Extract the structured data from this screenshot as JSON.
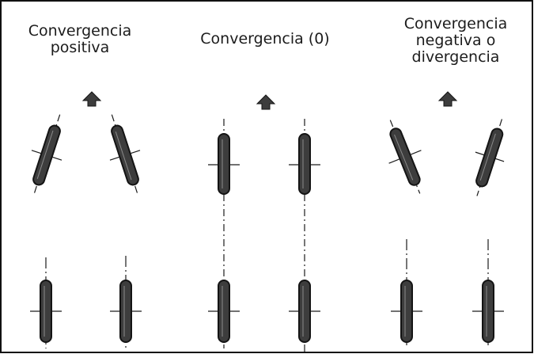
{
  "colors": {
    "ink": "#1c1c1c",
    "wheel_fill": "#3d3d3d",
    "wheel_stroke": "#141414",
    "wheel_highlight": "#8a8a8a",
    "border": "#111111",
    "background": "#ffffff"
  },
  "panels": [
    {
      "id": "positive",
      "title_lines": [
        "Convergencia",
        "positiva"
      ],
      "direction_icon": "up-arrow-icon",
      "front_toe": "toe-in",
      "rear_toe": "straight"
    },
    {
      "id": "zero",
      "title_lines": [
        "Convergencia (0)"
      ],
      "direction_icon": "up-arrow-icon",
      "front_toe": "straight",
      "rear_toe": "straight"
    },
    {
      "id": "negative",
      "title_lines": [
        "Convergencia",
        "negativa o",
        "divergencia"
      ],
      "direction_icon": "up-arrow-icon",
      "front_toe": "toe-out",
      "rear_toe": "straight"
    }
  ]
}
